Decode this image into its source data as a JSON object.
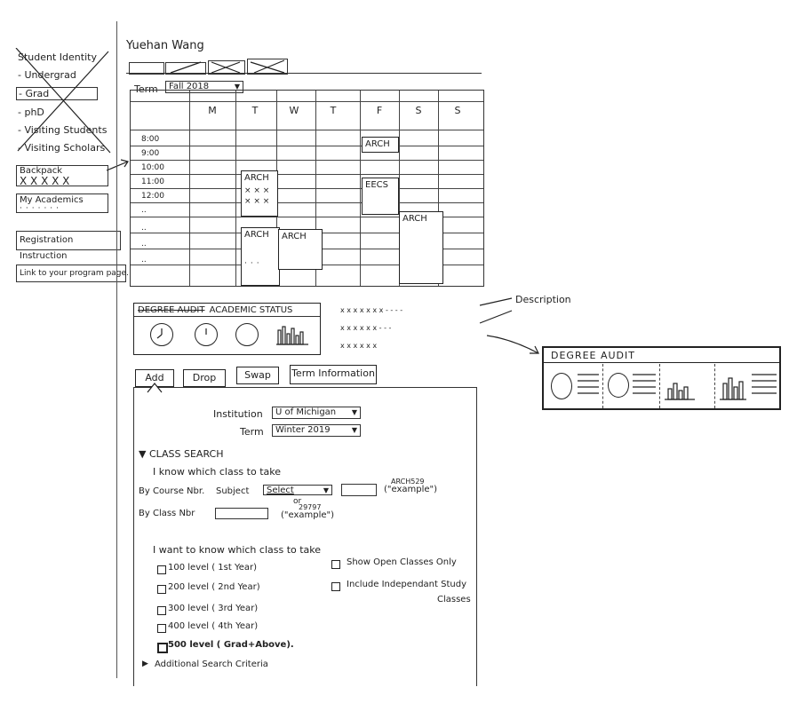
{
  "sidebar": {
    "student_identity": "Student Identity",
    "identity_items": [
      "- Undergrad",
      "- Grad",
      "- phD",
      "- Visiting Students",
      "- Visiting Scholars"
    ],
    "backpack_label": "Backpack",
    "backpack_items": "X X X X X",
    "my_academics": "My Academics",
    "registration_instruction": "Registration Instruction",
    "program_page_link": "Link to your program page."
  },
  "header": {
    "user_name": "Yuehan Wang",
    "term_label": "Term",
    "term_value": "Fall 2018"
  },
  "schedule": {
    "days": [
      "M",
      "T",
      "W",
      "T",
      "F",
      "S",
      "S"
    ],
    "times": [
      "8:00",
      "9:00",
      "10:00",
      "11:00",
      "12:00",
      "..",
      "..",
      "..",
      ".."
    ],
    "blocks": [
      {
        "day": "F",
        "label": "ARCH"
      },
      {
        "day": "T",
        "label": "ARCH"
      },
      {
        "day": "F",
        "label": "EECS"
      },
      {
        "day": "S",
        "label": "ARCH"
      },
      {
        "day": "T",
        "label": "ARCH"
      },
      {
        "day": "W",
        "label": "ARCH"
      }
    ],
    "block_fill": "× × ×"
  },
  "status": {
    "title_struck": "DEGREE AUDIT",
    "title": "ACADEMIC STATUS"
  },
  "description": {
    "lines": [
      "x x x x x x  x - - - -",
      "x x x x x  x - - -",
      "x x x x x x"
    ],
    "label": "Description"
  },
  "actions": {
    "add": "Add",
    "drop": "Drop",
    "swap": "Swap",
    "term_information": "Term Information"
  },
  "search": {
    "institution_label": "Institution",
    "institution_value": "U of Michigan",
    "term_label": "Term",
    "term_value": "Winter 2019",
    "class_search_title": "▼ CLASS SEARCH",
    "known_class": "I know which class to take",
    "by_course_nbr": "By Course Nbr.",
    "subject_label": "Subject",
    "subject_value": "Select",
    "course_example": "ARCH529",
    "course_example_note": "(\"example\")",
    "or_text": "or",
    "by_class_nbr": "By Class Nbr",
    "class_example": "29797",
    "class_example_note": "(\"example\")",
    "discover_title": "I want to know which class to take",
    "levels": [
      "100 level ( 1st Year)",
      "200 level ( 2nd Year)",
      "300 level ( 3rd Year)",
      "400 level ( 4th Year)",
      "500 level ( Grad+Above)."
    ],
    "show_open": "Show Open Classes Only",
    "include_independent": "Include Independant Study",
    "include_independent_2": "Classes",
    "additional_criteria": "Additional Search Criteria"
  },
  "degree_audit_card": {
    "title": "DEGREE AUDIT"
  }
}
